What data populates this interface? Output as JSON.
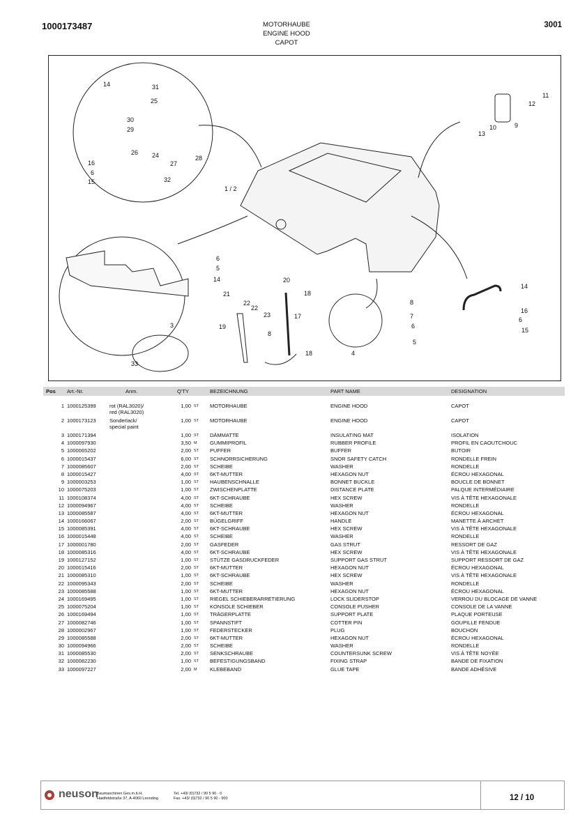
{
  "header": {
    "doc_number": "1000173487",
    "title_de": "MOTORHAUBE",
    "title_en": "ENGINE HOOD",
    "title_fr": "CAPOT",
    "group": "3001"
  },
  "drawing": {
    "callouts": [
      "14",
      "31",
      "25",
      "30",
      "29",
      "26",
      "24",
      "27",
      "28",
      "16",
      "6",
      "15",
      "32",
      "1 / 2",
      "11",
      "12",
      "9",
      "10",
      "13",
      "3",
      "33",
      "6",
      "5",
      "14",
      "21",
      "22",
      "22",
      "23",
      "19",
      "20",
      "18",
      "17",
      "8",
      "18",
      "4",
      "8",
      "7",
      "6",
      "5",
      "14",
      "16",
      "6",
      "15"
    ]
  },
  "table": {
    "headers": {
      "pos": "Pos",
      "art": "Art.-Nr.",
      "anm": "Anm.",
      "qty": "Q'TY",
      "bez": "BEZEICHNUNG",
      "part": "PART NAME",
      "des": "DESIGNATION"
    },
    "rows": [
      {
        "pos": "1",
        "art": "1000125399",
        "anm1": "rot (RAL3020)/",
        "anm2": "red (RAL3020)",
        "qty": "1,00",
        "unit": "ST",
        "bez": "MOTORHAUBE",
        "part": "ENGINE HOOD",
        "des": "CAPOT"
      },
      {
        "pos": "2",
        "art": "1000173123",
        "anm1": "Sonderlack/",
        "anm2": "special paint",
        "qty": "1,00",
        "unit": "ST",
        "bez": "MOTORHAUBE",
        "part": "ENGINE HOOD",
        "des": "CAPOT"
      },
      {
        "pos": "3",
        "art": "1000171394",
        "anm1": "",
        "anm2": "",
        "qty": "1,00",
        "unit": "ST",
        "bez": "DÄMMATTE",
        "part": "INSULATING MAT",
        "des": "ISOLATION"
      },
      {
        "pos": "4",
        "art": "1000097930",
        "anm1": "",
        "anm2": "",
        "qty": "3,50",
        "unit": "M",
        "bez": "GUMMIPROFIL",
        "part": "RUBBER PROFILE",
        "des": "PROFIL EN CAOUTCHOUC"
      },
      {
        "pos": "5",
        "art": "1000065202",
        "anm1": "",
        "anm2": "",
        "qty": "2,00",
        "unit": "ST",
        "bez": "PUFFER",
        "part": "BUFFER",
        "des": "BUTOIR"
      },
      {
        "pos": "6",
        "art": "1000015437",
        "anm1": "",
        "anm2": "",
        "qty": "6,00",
        "unit": "ST",
        "bez": "SCHNORRSICHERUNG",
        "part": "SNOR SAFETY CATCH",
        "des": "RONDELLE FREIN"
      },
      {
        "pos": "7",
        "art": "1000085607",
        "anm1": "",
        "anm2": "",
        "qty": "2,00",
        "unit": "ST",
        "bez": "SCHEIBE",
        "part": "WASHER",
        "des": "RONDELLE"
      },
      {
        "pos": "8",
        "art": "1000015427",
        "anm1": "",
        "anm2": "",
        "qty": "4,00",
        "unit": "ST",
        "bez": "6KT-MUTTER",
        "part": "HEXAGON NUT",
        "des": "ÉCROU HEXAGONAL"
      },
      {
        "pos": "9",
        "art": "1000003253",
        "anm1": "",
        "anm2": "",
        "qty": "1,00",
        "unit": "ST",
        "bez": "HAUBENSCHNALLE",
        "part": "BONNET BUCKLE",
        "des": "BOUCLE DE BONNET"
      },
      {
        "pos": "10",
        "art": "1000075203",
        "anm1": "",
        "anm2": "",
        "qty": "1,00",
        "unit": "ST",
        "bez": "ZWISCHENPLATTE",
        "part": "DISTANCE PLATE",
        "des": "PALQUE INTERMÉDIAIRE"
      },
      {
        "pos": "11",
        "art": "1000108374",
        "anm1": "",
        "anm2": "",
        "qty": "4,00",
        "unit": "ST",
        "bez": "6KT-SCHRAUBE",
        "part": "HEX SCREW",
        "des": "VIS À TÊTE HEXAGONALE"
      },
      {
        "pos": "12",
        "art": "1000094967",
        "anm1": "",
        "anm2": "",
        "qty": "4,00",
        "unit": "ST",
        "bez": "SCHEIBE",
        "part": "WASHER",
        "des": "RONDELLE"
      },
      {
        "pos": "13",
        "art": "1000085587",
        "anm1": "",
        "anm2": "",
        "qty": "4,00",
        "unit": "ST",
        "bez": "6KT-MUTTER",
        "part": "HEXAGON NUT",
        "des": "ÉCROU HEXAGONAL"
      },
      {
        "pos": "14",
        "art": "1000166067",
        "anm1": "",
        "anm2": "",
        "qty": "2,00",
        "unit": "ST",
        "bez": "BÜGELGRIFF",
        "part": "HANDLE",
        "des": "MANETTE À ARCHET"
      },
      {
        "pos": "15",
        "art": "1000085391",
        "anm1": "",
        "anm2": "",
        "qty": "4,00",
        "unit": "ST",
        "bez": "6KT-SCHRAUBE",
        "part": "HEX SCREW",
        "des": "VIS À TÊTE HEXAGONALE"
      },
      {
        "pos": "16",
        "art": "1000015448",
        "anm1": "",
        "anm2": "",
        "qty": "4,00",
        "unit": "ST",
        "bez": "SCHEIBE",
        "part": "WASHER",
        "des": "RONDELLE"
      },
      {
        "pos": "17",
        "art": "1000001780",
        "anm1": "",
        "anm2": "",
        "qty": "2,00",
        "unit": "ST",
        "bez": "GASFEDER",
        "part": "GAS STRUT",
        "des": "RESSORT DE GAZ"
      },
      {
        "pos": "18",
        "art": "1000085316",
        "anm1": "",
        "anm2": "",
        "qty": "4,00",
        "unit": "ST",
        "bez": "6KT-SCHRAUBE",
        "part": "HEX SCREW",
        "des": "VIS À TÊTE HEXAGONALE"
      },
      {
        "pos": "19",
        "art": "1000127152",
        "anm1": "",
        "anm2": "",
        "qty": "1,00",
        "unit": "ST",
        "bez": "STÜTZE GASDRUCKFEDER",
        "part": "SUPPORT GAS STRUT",
        "des": "SUPPORT RESSORT DE GAZ"
      },
      {
        "pos": "20",
        "art": "1000015416",
        "anm1": "",
        "anm2": "",
        "qty": "2,00",
        "unit": "ST",
        "bez": "6KT-MUTTER",
        "part": "HEXAGON NUT",
        "des": "ÉCROU HEXAGONAL"
      },
      {
        "pos": "21",
        "art": "1000085310",
        "anm1": "",
        "anm2": "",
        "qty": "1,00",
        "unit": "ST",
        "bez": "6KT-SCHRAUBE",
        "part": "HEX SCREW",
        "des": "VIS À TÊTE HEXAGONALE"
      },
      {
        "pos": "22",
        "art": "1000095343",
        "anm1": "",
        "anm2": "",
        "qty": "2,00",
        "unit": "ST",
        "bez": "SCHEIBE",
        "part": "WASHER",
        "des": "RONDELLE"
      },
      {
        "pos": "23",
        "art": "1000085588",
        "anm1": "",
        "anm2": "",
        "qty": "1,00",
        "unit": "ST",
        "bez": "6KT-MUTTER",
        "part": "HEXAGON NUT",
        "des": "ÉCROU HEXAGONAL"
      },
      {
        "pos": "24",
        "art": "1000169495",
        "anm1": "",
        "anm2": "",
        "qty": "1,00",
        "unit": "ST",
        "bez": "RIEGEL SCHIEBERARRETIERUNG",
        "part": "LOCK SLIDERSTOP",
        "des": "VERROU DU BLOCAGE DE VANNE"
      },
      {
        "pos": "25",
        "art": "1000075204",
        "anm1": "",
        "anm2": "",
        "qty": "1,00",
        "unit": "ST",
        "bez": "KONSOLE SCHIEBER",
        "part": "CONSOLE PUSHER",
        "des": "CONSOLE DE LA VANNE"
      },
      {
        "pos": "26",
        "art": "1000169494",
        "anm1": "",
        "anm2": "",
        "qty": "1,00",
        "unit": "ST",
        "bez": "TRÄGERPLATTE",
        "part": "SUPPORT PLATE",
        "des": "PLAQUE PORTEUSE"
      },
      {
        "pos": "27",
        "art": "1000082746",
        "anm1": "",
        "anm2": "",
        "qty": "1,00",
        "unit": "ST",
        "bez": "SPANNSTIFT",
        "part": "COTTER PIN",
        "des": "GOUPILLE FENDUE"
      },
      {
        "pos": "28",
        "art": "1000002967",
        "anm1": "",
        "anm2": "",
        "qty": "1,00",
        "unit": "ST",
        "bez": "FEDERSTECKER",
        "part": "PLUG",
        "des": "BOUCHON"
      },
      {
        "pos": "29",
        "art": "1000085588",
        "anm1": "",
        "anm2": "",
        "qty": "2,00",
        "unit": "ST",
        "bez": "6KT-MUTTER",
        "part": "HEXAGON NUT",
        "des": "ÉCROU HEXAGONAL"
      },
      {
        "pos": "30",
        "art": "1000094966",
        "anm1": "",
        "anm2": "",
        "qty": "2,00",
        "unit": "ST",
        "bez": "SCHEIBE",
        "part": "WASHER",
        "des": "RONDELLE"
      },
      {
        "pos": "31",
        "art": "1000085530",
        "anm1": "",
        "anm2": "",
        "qty": "2,00",
        "unit": "ST",
        "bez": "SENKSCHRAUBE",
        "part": "COUNTERSUNK SCREW",
        "des": "VIS À TÊTE NOYÉE"
      },
      {
        "pos": "32",
        "art": "1000082230",
        "anm1": "",
        "anm2": "",
        "qty": "1,00",
        "unit": "ST",
        "bez": "BEFESTIGUNGSBAND",
        "part": "FIXING STRAP",
        "des": "BANDE DE FIXATION"
      },
      {
        "pos": "33",
        "art": "1000097227",
        "anm1": "",
        "anm2": "",
        "qty": "2,00",
        "unit": "M",
        "bez": "KLEBEBAND",
        "part": "GLUE TAPE",
        "des": "BANDE ADHÉSIVE"
      }
    ]
  },
  "footer": {
    "logo": "neuson",
    "company": "Baumaschinen Ges.m.b.H.",
    "address": "Haidfeldstraße 37, A-4060 Leonding",
    "tel": "Tel. +43/ (0)732 / 90 5 90 - 0",
    "fax": "Fax. +43/ (0)732 / 90 5 90 - 900",
    "page": "12 / 10"
  }
}
